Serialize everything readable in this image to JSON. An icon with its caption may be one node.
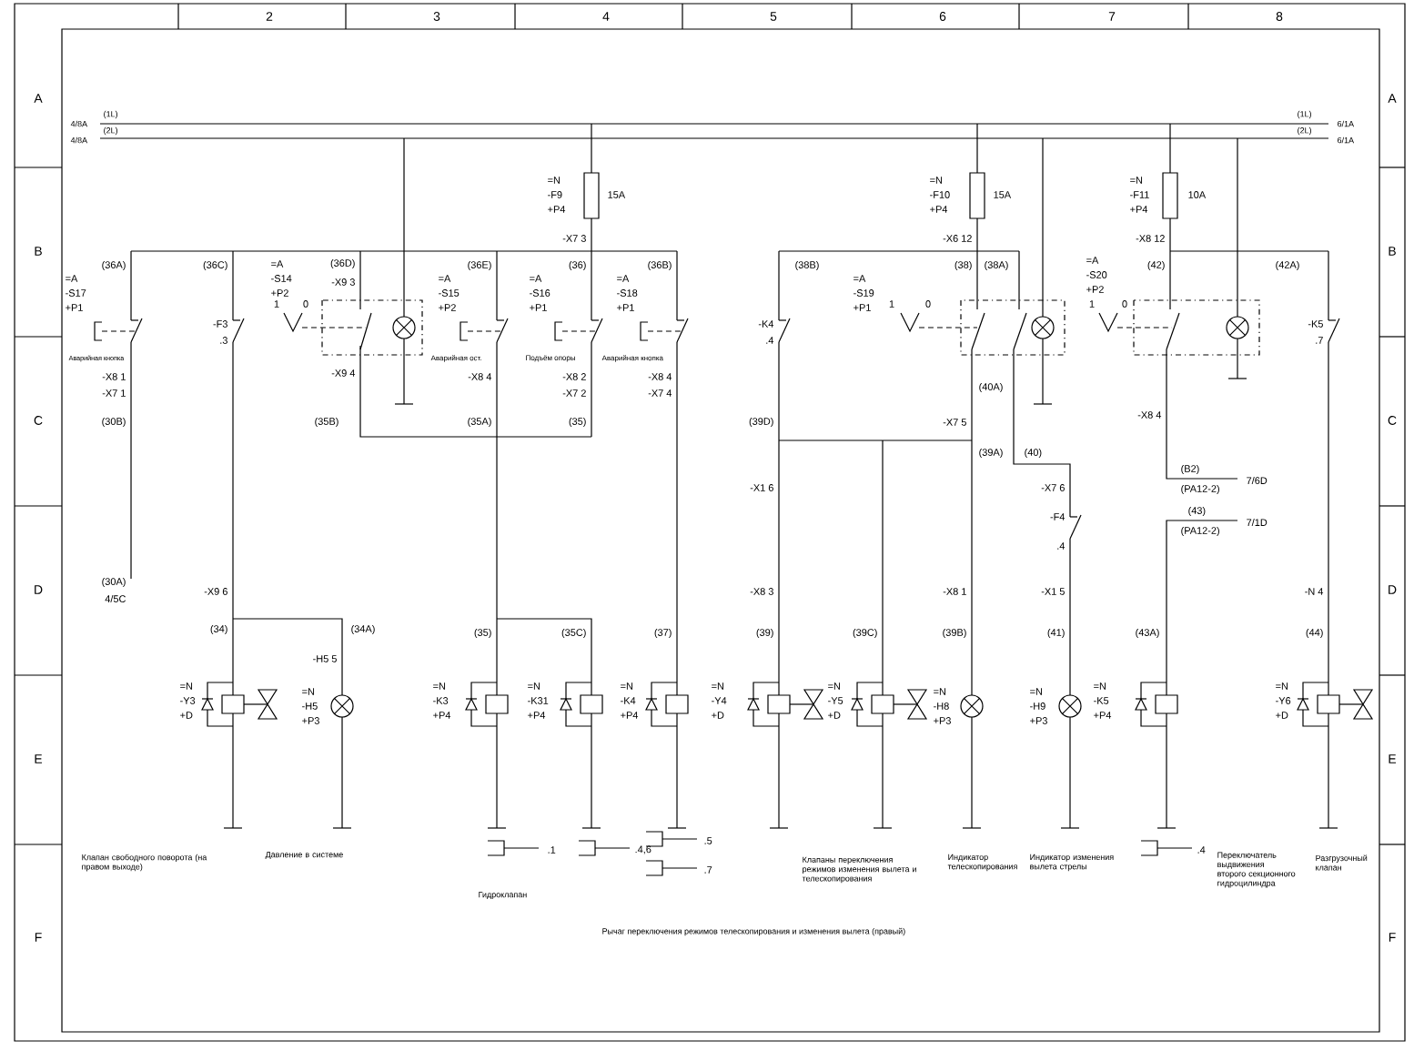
{
  "diagram": {
    "labels": [
      "2",
      "3",
      "4",
      "5",
      "6",
      "7",
      "8",
      "A",
      "B",
      "C",
      "D",
      "E",
      "F",
      "A",
      "B",
      "C",
      "D",
      "E",
      "F",
      "4/8A",
      "(1L)",
      "4/8A",
      "(2L)",
      "(1L)",
      "6/1A",
      "(2L)",
      "6/1A",
      "=N",
      "-F9",
      "+P4",
      "15A",
      "-X7 3",
      "(36A)",
      "=A",
      "-S17",
      "+P1",
      "Аварийная кнопка",
      "-X8 1",
      "-X7 1",
      "(30B)",
      "(30A)",
      "4/5C",
      "(36C)",
      "-F3",
      ".3",
      "=A",
      "-S14",
      "+P2",
      "(36D)",
      "-X9 3",
      "1",
      "0",
      "-X9 4",
      "(36E)",
      "=A",
      "-S15",
      "+P2",
      "Аварийная ост.",
      "-X8 4",
      "(36)",
      "=A",
      "-S16",
      "+P1",
      "Подъём опоры",
      "-X8 2",
      "-X7 2",
      "(36B)",
      "=A",
      "-S18",
      "+P1",
      "Аварийная кнопка",
      "-X8 4",
      "-X7 4",
      "(35B)",
      "(35A)",
      "(35)",
      "-X9 6",
      "(34)",
      "(34A)",
      "-H5 5",
      "=N",
      "-Y3",
      "+D",
      "=N",
      "-H5",
      "+P3",
      "(35)",
      "(35C)",
      "(37)",
      "=N",
      "-K3",
      "+P4",
      "=N",
      "-K31",
      "+P4",
      "=N",
      "-K4",
      "+P4",
      "=N",
      "-F10",
      "+P4",
      "15A",
      "-X6 12",
      "(38B)",
      "(38)",
      "(38A)",
      "=A",
      "-S19",
      "+P1",
      "1",
      "0",
      "-K4",
      ".4",
      "(40A)",
      "(39D)",
      "-X7 5",
      "(39A)",
      "(40)",
      "-X1 6",
      "-X7 6",
      "-F4",
      ".4",
      "-X8 3",
      "-X8 1",
      "-X1 5",
      "(39)",
      "(39C)",
      "(39B)",
      "(41)",
      "=N",
      "-Y4",
      "+D",
      "=N",
      "-Y5",
      "+D",
      "=N",
      "-H8",
      "+P3",
      "=N",
      "-H9",
      "+P3",
      "=A",
      "-S20",
      "+P2",
      "1",
      "0",
      "=N",
      "-F11",
      "+P4",
      "10A",
      "-X8 12",
      "(42)",
      "(42A)",
      "-K5",
      ".7",
      "-X8 4",
      "(B2)",
      "(PA12-2)",
      "7/6D",
      "(43)",
      "(PA12-2)",
      "7/1D",
      "-N 4",
      "(43A)",
      "(44)",
      "=N",
      "-K5",
      "+P4",
      "=N",
      "-Y6",
      "+D",
      "Клапан свободного поворота (на правом выходе)",
      "Давление в системе",
      ".1",
      ".4,6",
      "Гидроклапан",
      ".5",
      ".7",
      "Клапаны переключения режимов изменения вылета и телескопирования",
      "Индикатор телескопирования",
      "Индикатор изменения вылета стрелы",
      ".4",
      "Переключатель выдвижения второго секционного гидроцилиндра",
      "Разгрузочный клапан",
      "Рычаг переключения режимов телескопирования и изменения вылета (правый)"
    ]
  }
}
